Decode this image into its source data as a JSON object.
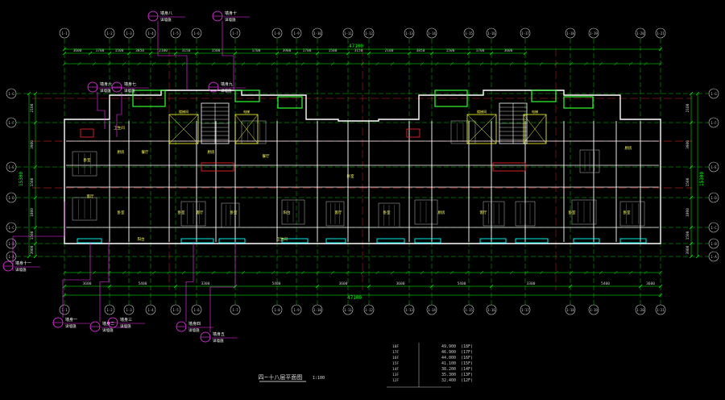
{
  "drawing": {
    "title": "四~十八层平面图",
    "scale": "1:100",
    "overall_width_top": "47100",
    "overall_width_bottom": "47100",
    "depth_left": "15300",
    "depth_right": "15300"
  },
  "colors": {
    "background": "#000000",
    "grid": "#00ff00",
    "axis_red": "#ff2a2a",
    "wall": "#ffffff",
    "dimension": "#00ff00",
    "detail_tag": "#ff33ff",
    "window": "#00ffff",
    "room_text": "#ffff66",
    "annotation": "#cccccc"
  },
  "axes_top": [
    "1-1",
    "1-2",
    "1-3",
    "1-4",
    "1-5",
    "1-6",
    "1-7",
    "1-8",
    "1-9",
    "1-10",
    "1-11",
    "1-12",
    "1-13",
    "1-14",
    "1-15",
    "1-16",
    "1-17",
    "1-18",
    "1-19",
    "1-20",
    "1-21"
  ],
  "axes_bottom": [
    "1-1",
    "1-2",
    "1-3",
    "1-4",
    "1-5",
    "1-6",
    "1-7",
    "1-8",
    "1-9",
    "1-10",
    "1-11",
    "1-12",
    "1-13",
    "1-14",
    "1-15",
    "1-16",
    "1-17",
    "1-18",
    "1-19",
    "1-20",
    "1-21"
  ],
  "axes_rows": [
    "1-G",
    "1-F",
    "1-E",
    "1-D",
    "1-C",
    "1-B",
    "1-A"
  ],
  "dims_top_row1": [
    "3600",
    "1700",
    "1500",
    "3850",
    "2100",
    "3150",
    "1500",
    "1700",
    "3900",
    "1700",
    "1500",
    "3150",
    "2100",
    "3850",
    "1500",
    "1700",
    "3600"
  ],
  "dims_bottom_row1": [
    "3600",
    "5400",
    "3300",
    "5400",
    "3600",
    "3600",
    "5400",
    "3300",
    "5400",
    "3600"
  ],
  "dims_left": [
    "2100",
    "3900",
    "1500",
    "1800",
    "1500",
    "3900",
    "1800"
  ],
  "dims_right": [
    "2100",
    "3900",
    "1500",
    "1800",
    "1500",
    "3900",
    "1800"
  ],
  "detail_tags": [
    {
      "label": "墙身八",
      "ref": "详墙施"
    },
    {
      "label": "墙身十",
      "ref": "详墙施"
    },
    {
      "label": "墙身六",
      "ref": "详墙施"
    },
    {
      "label": "墙身七",
      "ref": "详墙施"
    },
    {
      "label": "墙身九",
      "ref": "详墙施"
    },
    {
      "label": "墙身十一",
      "ref": "详墙施"
    },
    {
      "label": "墙身一",
      "ref": "详墙施"
    },
    {
      "label": "墙身二",
      "ref": "详墙施"
    },
    {
      "label": "墙身三",
      "ref": "详墙施"
    },
    {
      "label": "墙身四",
      "ref": "详墙施"
    },
    {
      "label": "墙身五",
      "ref": "详墙施"
    }
  ],
  "elevation_table": [
    {
      "floor": "18F",
      "level": "49.900"
    },
    {
      "floor": "17F",
      "level": "46.900"
    },
    {
      "floor": "16F",
      "level": "44.000"
    },
    {
      "floor": "15F",
      "level": "41.100"
    },
    {
      "floor": "14F",
      "level": "38.200"
    },
    {
      "floor": "13F",
      "level": "35.300"
    },
    {
      "floor": "12F",
      "level": "32.400"
    }
  ],
  "room_labels": [
    "客厅",
    "卧室",
    "卧室",
    "厨房",
    "餐厅",
    "卫生间",
    "阳台",
    "客厅",
    "卧室",
    "卧室",
    "厨房",
    "餐厅",
    "卫生间",
    "阳台",
    "客厅",
    "卧室",
    "卧室",
    "厨房",
    "客厅",
    "卧室",
    "卧室",
    "厨房"
  ],
  "stair_labels": [
    "楼梯间",
    "电梯",
    "楼梯间",
    "电梯"
  ]
}
